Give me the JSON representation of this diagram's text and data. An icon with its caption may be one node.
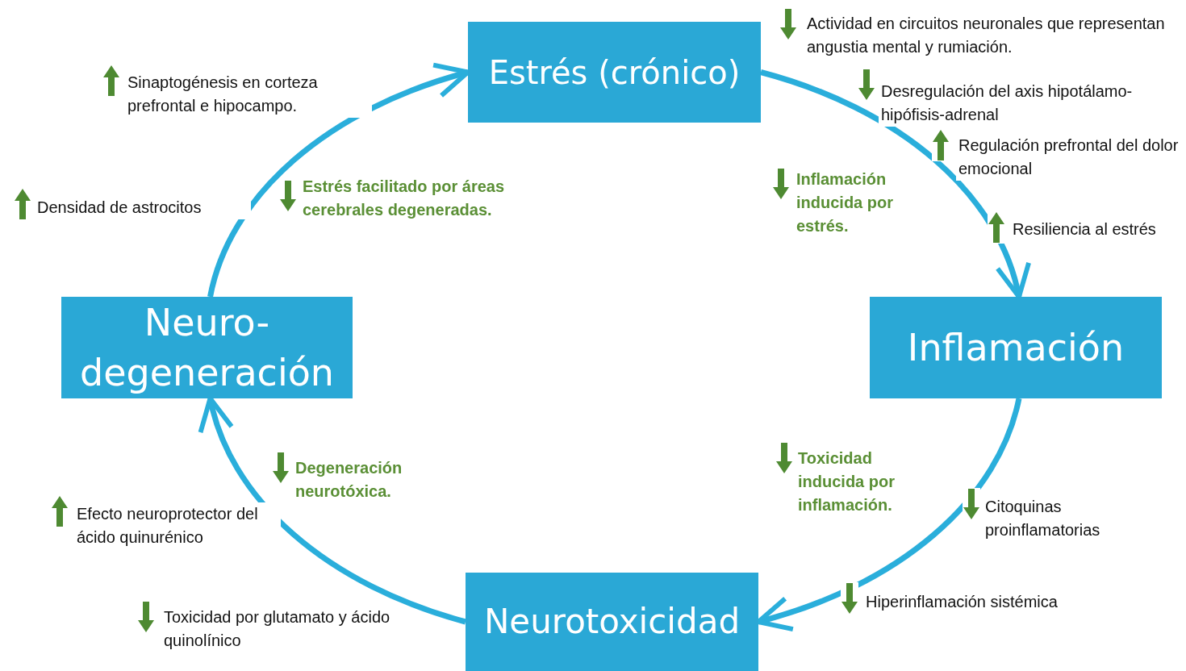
{
  "diagram": {
    "nodes": [
      {
        "text": [
          "Estrés (crónico)"
        ]
      },
      {
        "text": [
          "Inflamación"
        ]
      },
      {
        "text": [
          "Neurotoxicidad"
        ]
      },
      {
        "text": [
          "Neuro-degeneración"
        ]
      }
    ],
    "edges": [
      {
        "from": 0,
        "to": 1,
        "arrow": "to"
      },
      {
        "from": 1,
        "to": 2,
        "arrow": "to"
      },
      {
        "from": 2,
        "to": 3,
        "arrow": "to"
      },
      {
        "from": 3,
        "to": 0,
        "arrow": "to"
      }
    ],
    "labels": [
      "Actividad en circuitos neuronales que representan angustia mental y rumiación.",
      "Sinaptogénesis en corteza prefrontal e hipocampo.",
      "Desregulación del axis hipotálamo-hipófisis-adrenal",
      "Regulación prefrontal del dolor emocional",
      "Inflamación inducida por estrés.",
      "Estrés facilitado por áreas cerebrales degeneradas.",
      "Densidad de astrocitos",
      "Resiliencia al estrés",
      "Toxicidad inducida por inflamación.",
      "Degeneración neurotóxica.",
      "Citoquinas proinflamatorias",
      "Efecto neuroprotector del ácido quinurénico",
      "Hiperinflamación sistémica",
      "Toxicidad por glutamato y ácido quinolínico"
    ]
  }
}
